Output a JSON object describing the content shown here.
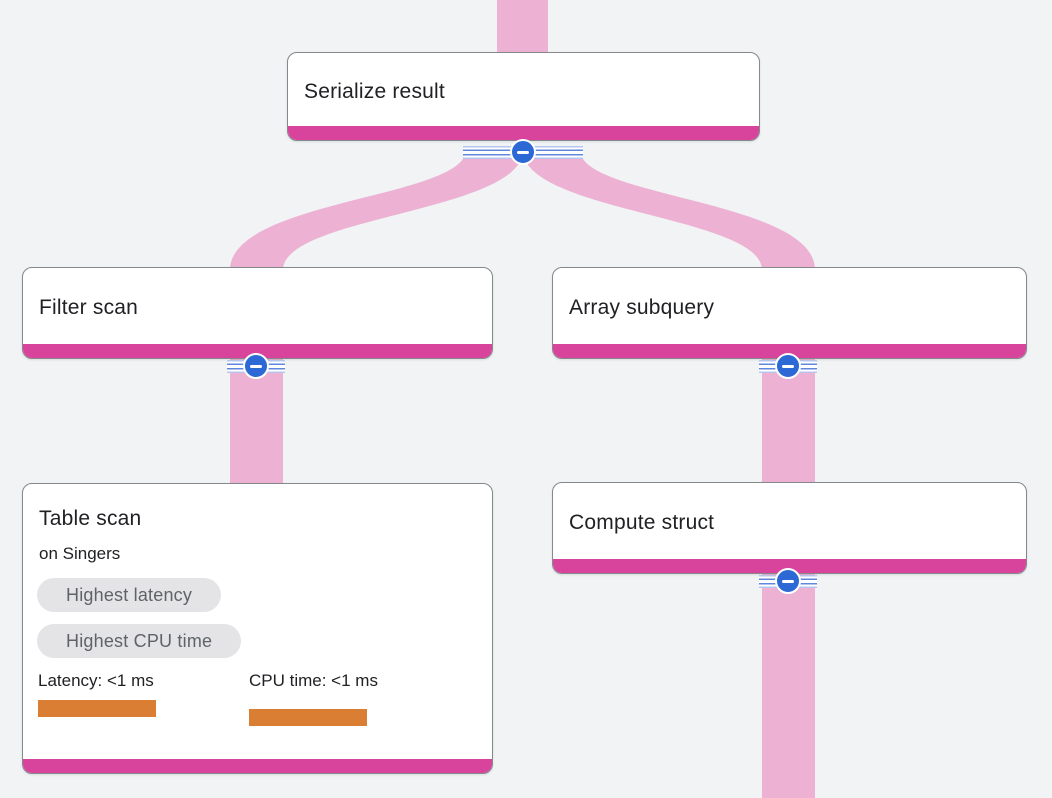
{
  "canvas": {
    "type": "query-execution-plan",
    "background": "#f1f3f4"
  },
  "colors": {
    "edge_pink": "#ecb1d3",
    "node_accent_magenta": "#d8439b",
    "node_border_gray": "#85898c",
    "node_bg": "#ffffff",
    "title_text": "#202124",
    "badge_bg": "#e4e4e6",
    "badge_text": "#5f6368",
    "metric_bar_orange": "#d97e33",
    "collapse_button_blue": "#2c69d4"
  },
  "nodes": [
    {
      "id": "serialize-result",
      "title": "Serialize result"
    },
    {
      "id": "filter-scan",
      "title": "Filter scan"
    },
    {
      "id": "array-subquery",
      "title": "Array subquery"
    },
    {
      "id": "table-scan",
      "title": "Table scan",
      "subtitle": "on Singers",
      "badges": [
        {
          "label": "Highest latency"
        },
        {
          "label": "Highest CPU time"
        }
      ],
      "stats": [
        {
          "label": "Latency: <1 ms"
        },
        {
          "label": "CPU time: <1 ms"
        }
      ]
    },
    {
      "id": "compute-struct",
      "title": "Compute struct"
    }
  ],
  "collapse_buttons": [
    {
      "node": "serialize-result",
      "icon": "minus-circle-icon",
      "state": "expanded"
    },
    {
      "node": "filter-scan",
      "icon": "minus-circle-icon",
      "state": "expanded"
    },
    {
      "node": "array-subquery",
      "icon": "minus-circle-icon",
      "state": "expanded"
    },
    {
      "node": "compute-struct",
      "icon": "minus-circle-icon",
      "state": "expanded"
    }
  ],
  "edges": [
    {
      "from": "offscreen-top",
      "to": "serialize-result"
    },
    {
      "from": "serialize-result",
      "to": "filter-scan"
    },
    {
      "from": "serialize-result",
      "to": "array-subquery"
    },
    {
      "from": "filter-scan",
      "to": "table-scan"
    },
    {
      "from": "array-subquery",
      "to": "compute-struct"
    },
    {
      "from": "compute-struct",
      "to": "offscreen-bottom"
    }
  ]
}
